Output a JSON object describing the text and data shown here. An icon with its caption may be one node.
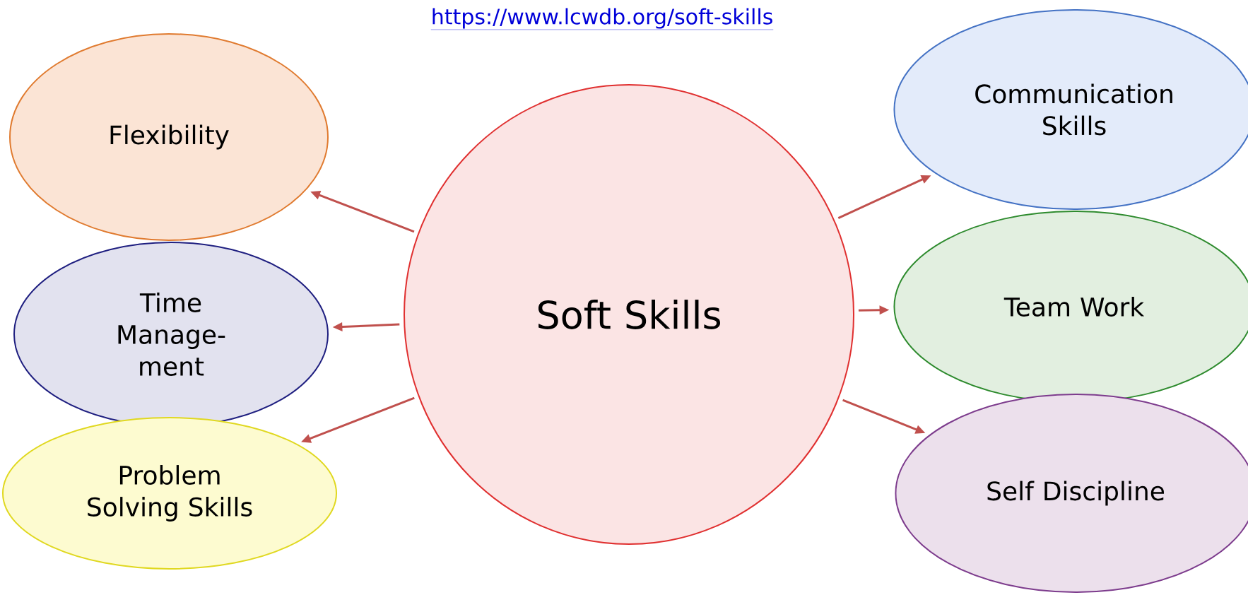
{
  "diagram": {
    "title": "https://www.lcwdb.org/soft-skills",
    "nodes": [
      {
        "text": [
          "Flexibility"
        ]
      },
      {
        "text": [
          "Communication Skills"
        ]
      },
      {
        "text": [
          "Time Manage- ment"
        ]
      },
      {
        "text": [
          "Soft Skills"
        ]
      },
      {
        "text": [
          "Team Work"
        ]
      },
      {
        "text": [
          "Problem Solving Skills"
        ]
      },
      {
        "text": [
          "Self Discipline"
        ]
      }
    ],
    "edges": [
      {
        "from": 3,
        "to": 0,
        "arrow": "to"
      },
      {
        "from": 3,
        "to": 2,
        "arrow": "to"
      },
      {
        "from": 3,
        "to": 5,
        "arrow": "to"
      },
      {
        "from": 3,
        "to": 1,
        "arrow": "to"
      },
      {
        "from": 3,
        "to": 4,
        "arrow": "to"
      },
      {
        "from": 3,
        "to": 6,
        "arrow": "to"
      }
    ]
  }
}
